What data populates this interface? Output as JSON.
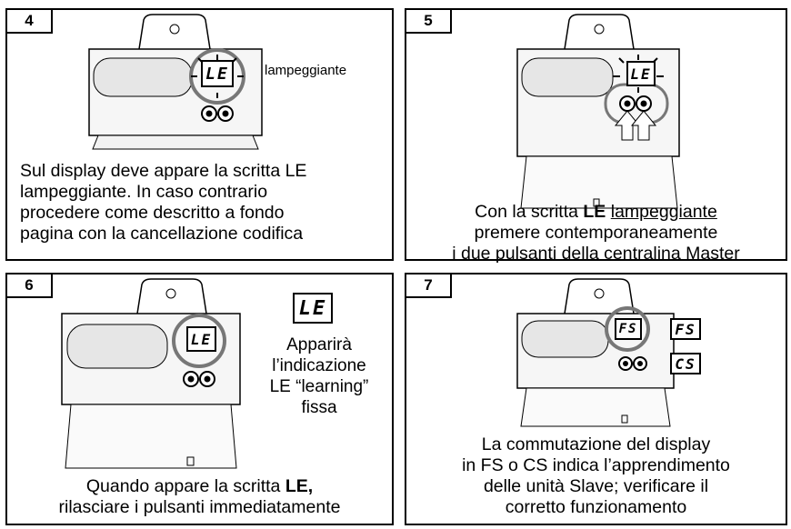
{
  "panels": {
    "p4": {
      "number": "4",
      "display": "LE",
      "side_label": "lampeggiante",
      "caption_lines": [
        "Sul display deve appare la scritta LE",
        "lampeggiante. In caso contrario",
        "procedere come descritto a fondo",
        "pagina con la cancellazione codifica"
      ]
    },
    "p5": {
      "number": "5",
      "display": "LE",
      "caption_pre": "Con la scritta ",
      "caption_bold": "LE",
      "caption_space": " ",
      "caption_underlined": "lampeggiante",
      "caption_lines": [
        "premere contemporaneamente",
        "i due pulsanti della centralina Master"
      ]
    },
    "p6": {
      "number": "6",
      "display": "LE",
      "indicator": "LE",
      "side_lines": [
        "Apparirà",
        "l’indicazione",
        "LE “learning”",
        "fissa"
      ],
      "caption_pre": "Quando appare la scritta ",
      "caption_bold": "LE,",
      "caption_line2": "rilasciare i pulsanti immediatamente"
    },
    "p7": {
      "number": "7",
      "display": "FS",
      "indicators": [
        "FS",
        "CS"
      ],
      "caption_lines": [
        "La commutazione del display",
        "in FS o CS indica l’apprendimento",
        "delle unità Slave; verificare il",
        "corretto funzionamento"
      ]
    }
  }
}
